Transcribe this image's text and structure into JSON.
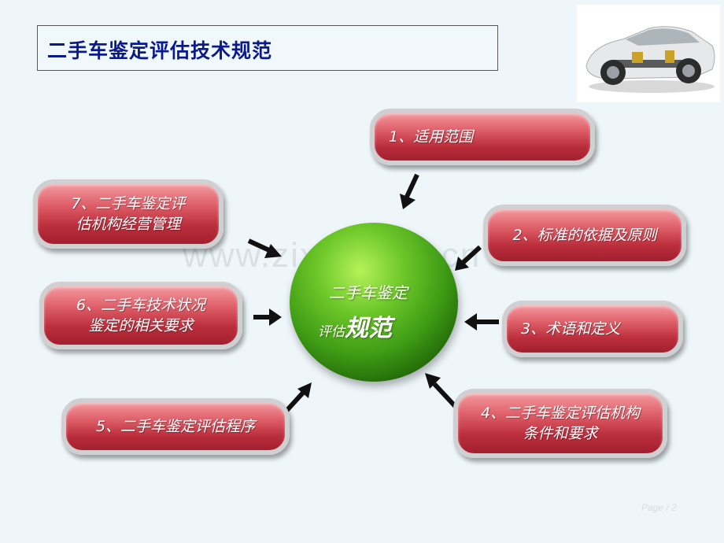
{
  "title": "二手车鉴定评估技术规范",
  "watermark": "www.zixin.com.cn",
  "center": {
    "line1": "二手车鉴定",
    "line2_prefix": "评估",
    "line2_emphasis": "规范"
  },
  "items": [
    {
      "label": "1、适用范围"
    },
    {
      "label": "2、标准的依据及原则"
    },
    {
      "label": "3、术语和定义"
    },
    {
      "label": "4、二手车鉴定评估机构\n条件和要求"
    },
    {
      "label": "5、二手车鉴定评估程序"
    },
    {
      "label": "6、二手车技术状况\n鉴定的相关要求"
    },
    {
      "label": "7、二手车鉴定评\n估机构经营管理"
    }
  ],
  "page_label": "Page / 2",
  "colors": {
    "title_text": "#0a1a8a",
    "pill_red": "#c23545",
    "sphere_green": "#4caf1c",
    "background": "#eef6fa"
  }
}
